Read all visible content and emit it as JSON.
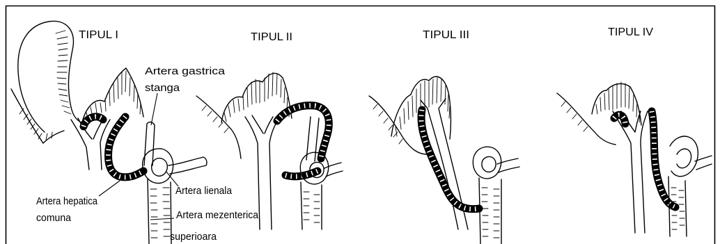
{
  "figure": {
    "types": [
      "TIPUL I",
      "TIPUL II",
      "TIPUL III",
      "TIPUL IV"
    ],
    "labels": {
      "gastrica_line1": "Artera gastrica",
      "gastrica_line2": "stanga",
      "hepatica_line1": "Artera hepatica",
      "hepatica_line2": "comuna",
      "lienala": "Artera lienala",
      "mezenterica_line1": "Artera mezenterica",
      "mezenterica_line2": "superioara"
    }
  },
  "colors": {
    "ink": "#000000",
    "background": "#ffffff"
  }
}
